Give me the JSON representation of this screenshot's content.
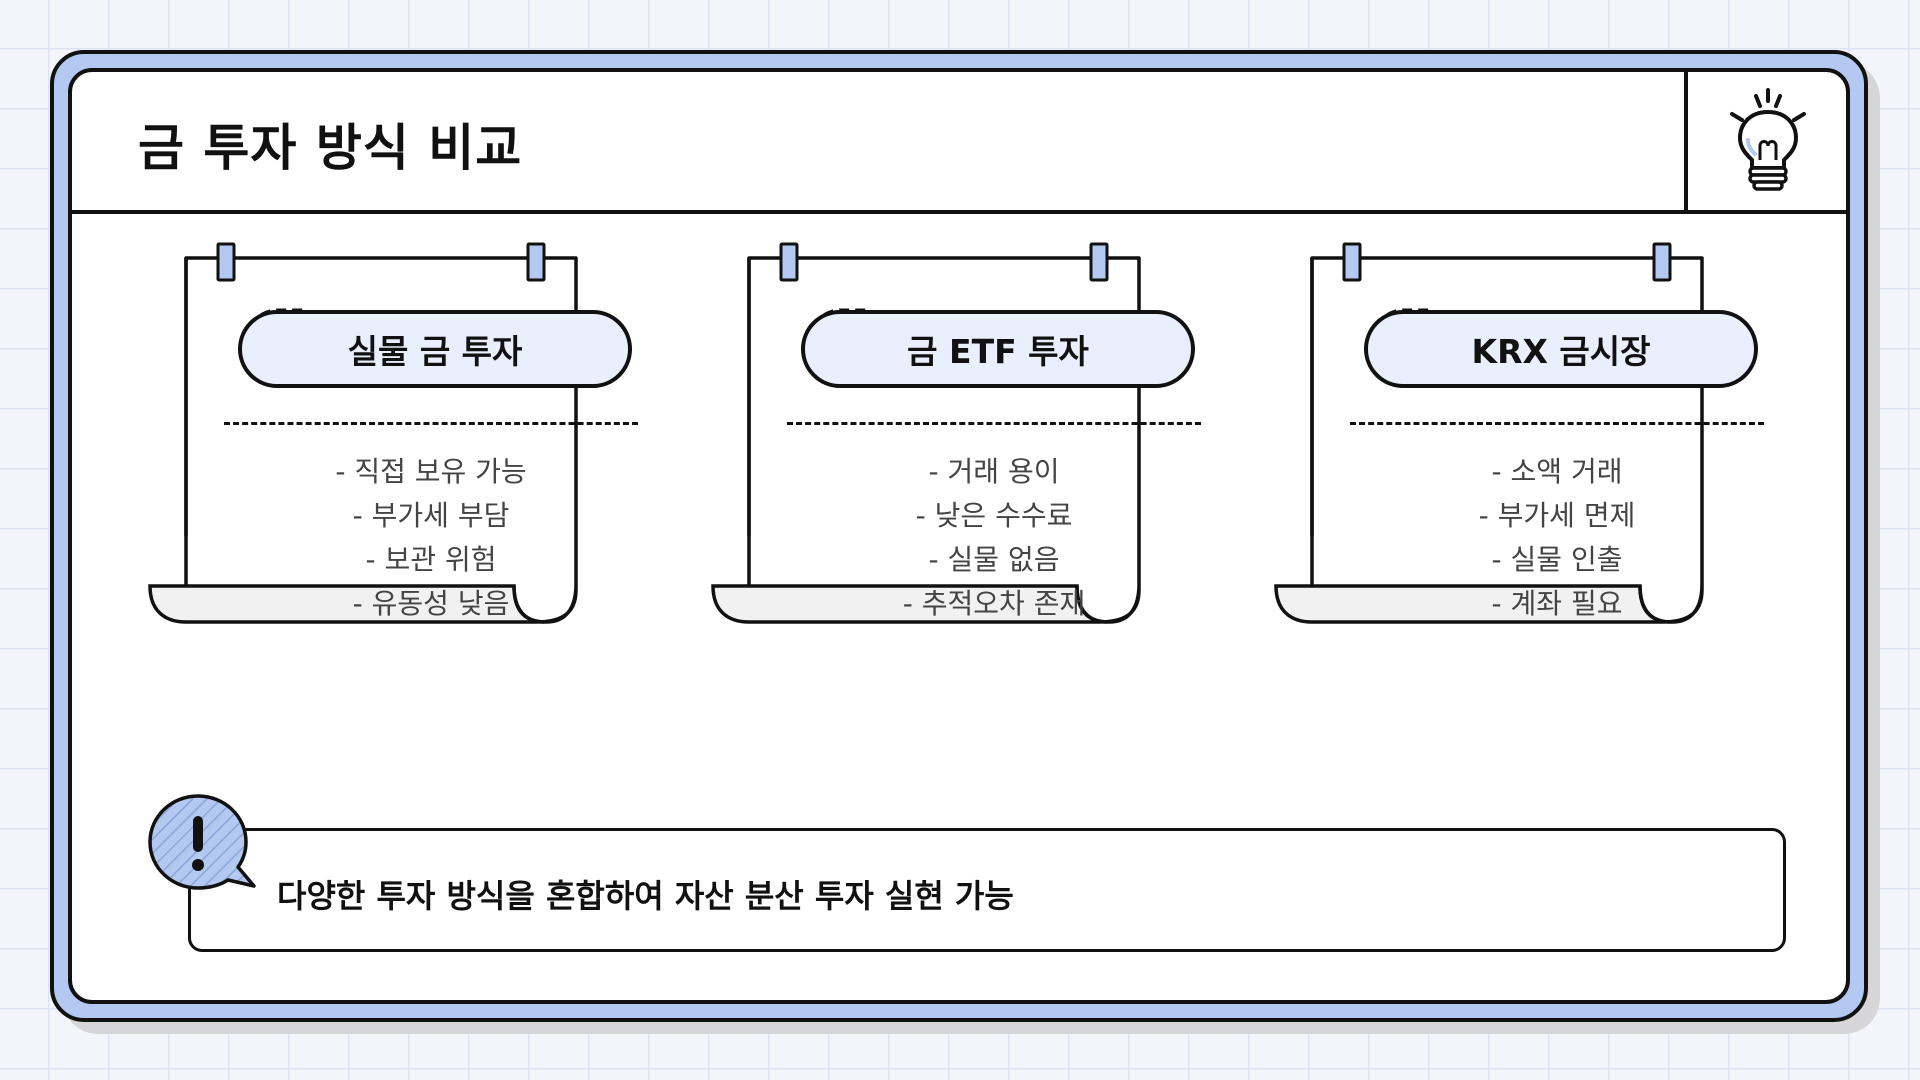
{
  "page": {
    "title": "금 투자 방식 비교",
    "header_icon": "lightbulb-icon",
    "accent_color": "#b3c9f2",
    "pill_color": "#e9effd"
  },
  "cards": [
    {
      "title": "실물 금 투자",
      "items": [
        "- 직접 보유 가능",
        "- 부가세 부담",
        "- 보관 위험",
        "- 유동성 낮음"
      ]
    },
    {
      "title": "금 ETF 투자",
      "items": [
        "- 거래 용이",
        "- 낮은 수수료",
        "- 실물 없음",
        "- 추적오차 존재"
      ]
    },
    {
      "title": "KRX 금시장",
      "items": [
        "- 소액 거래",
        "- 부가세 면제",
        "- 실물 인출",
        "- 계좌 필요"
      ]
    }
  ],
  "note": {
    "icon": "exclamation-icon",
    "text": "다양한 투자 방식을 혼합하여 자산 분산 투자 실현 가능"
  }
}
